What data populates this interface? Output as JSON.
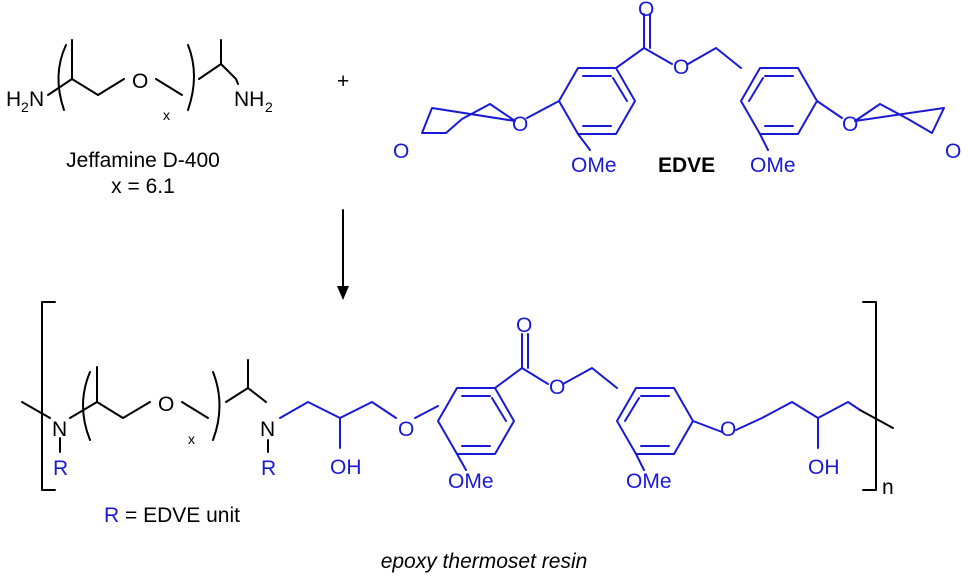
{
  "colors": {
    "main": "#000000",
    "edve": "#1a1ad6"
  },
  "top": {
    "jeffamine_name": "Jeffamine D-400",
    "jeffamine_x": "x = 6.1",
    "plus": "+",
    "edve_label": "EDVE",
    "atoms": {
      "h2n_h": "H",
      "h2n_sub": "2",
      "h2n_n": "N",
      "nh2_nh": "NH",
      "nh2_sub": "2",
      "o_ether": "O",
      "x_sub": "x",
      "o_carbonyl": "O",
      "o_ester": "O",
      "o_left_ar": "O",
      "o_right_ar": "O",
      "o_left_epox": "O",
      "o_right_epox": "O",
      "ome_left": "OMe",
      "ome_right": "OMe"
    }
  },
  "bottom": {
    "atoms": {
      "n1": "N",
      "r1": "R",
      "o_ether": "O",
      "x_sub": "x",
      "n2": "N",
      "r2": "R",
      "oh1": "OH",
      "o_ar1": "O",
      "ome1": "OMe",
      "o_carbonyl": "O",
      "o_ester": "O",
      "ome2": "OMe",
      "o_ar2": "O",
      "oh2": "OH",
      "n_sub": "n"
    },
    "legend_r": "R",
    "legend_rest": " = EDVE unit",
    "caption": "epoxy thermoset resin"
  }
}
